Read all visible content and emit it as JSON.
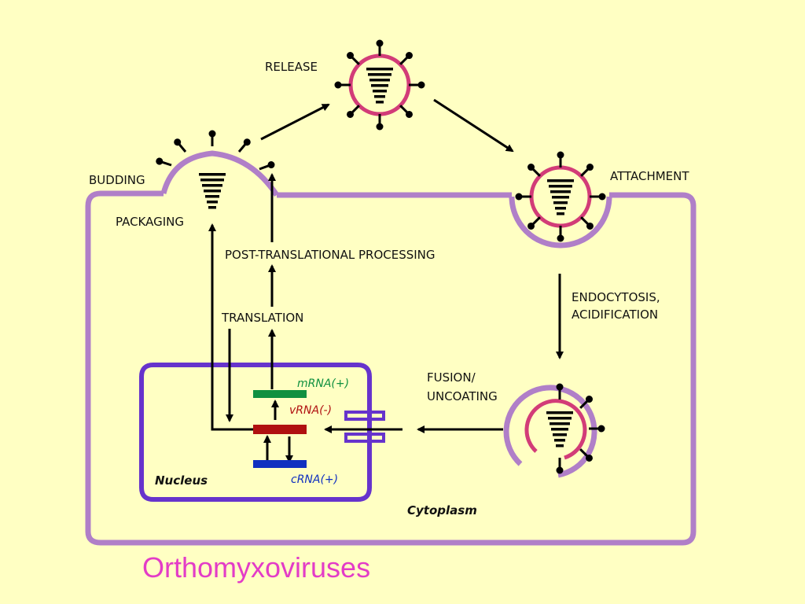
{
  "caption": "Orthomyxoviruses",
  "labels": {
    "release": "RELEASE",
    "budding": "BUDDING",
    "packaging": "PACKAGING",
    "attachment": "ATTACHMENT",
    "post_translational": "POST-TRANSLATIONAL PROCESSING",
    "translation": "TRANSLATION",
    "endocytosis_1": "ENDOCYTOSIS,",
    "endocytosis_2": "ACIDIFICATION",
    "fusion_1": "FUSION/",
    "fusion_2": "UNCOATING",
    "mrna": "mRNA(+)",
    "vrna": "vRNA(-)",
    "crna": "cRNA(+)",
    "nucleus": "Nucleus",
    "cytoplasm": "Cytoplasm"
  },
  "colors": {
    "background": "#ffffc3",
    "membrane": "#b07fc8",
    "nucleus_membrane": "#6633cc",
    "virus_envelope": "#d23c78",
    "mrna": "#109040",
    "vrna": "#b01010",
    "crna": "#1030c0",
    "caption": "#e33cc7"
  }
}
